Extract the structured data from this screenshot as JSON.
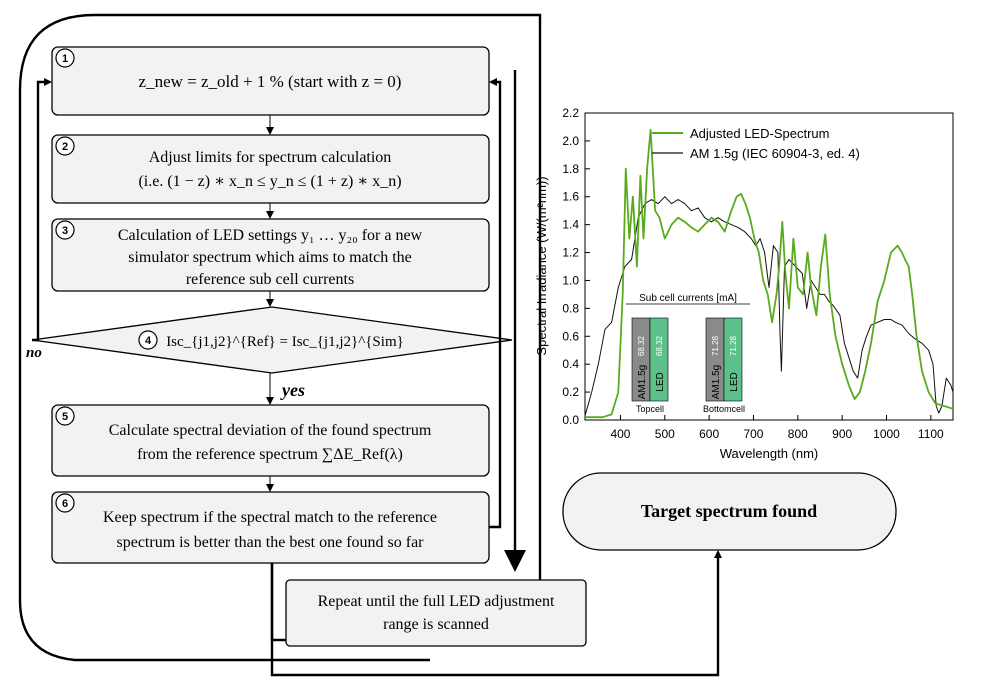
{
  "flowchart": {
    "steps": [
      {
        "num": "1",
        "lines": [
          "z_new = z_old + 1 % (start with z = 0)"
        ]
      },
      {
        "num": "2",
        "lines": [
          "Adjust limits for spectrum calculation",
          "(i.e. (1 − z) ∗ x_n ≤ y_n ≤ (1 + z) ∗ x_n)"
        ]
      },
      {
        "num": "3",
        "lines": [
          "Calculation of LED settings y₁ … y₂₀ for a new",
          "simulator spectrum which aims to match the",
          "reference sub cell currents"
        ]
      },
      {
        "num": "4",
        "lines": [
          "Isc_{j1,j2}^{Ref} = Isc_{j1,j2}^{Sim}"
        ]
      },
      {
        "num": "5",
        "lines": [
          "Calculate spectral deviation of the found spectrum",
          "from the reference spectrum ∑ΔE_Ref(λ)"
        ]
      },
      {
        "num": "6",
        "lines": [
          "Keep spectrum if the spectral match to the reference",
          "spectrum is better than the best one found so far"
        ]
      }
    ],
    "no_label": "no",
    "yes_label": "yes",
    "repeat_lines": [
      "Repeat until the full LED adjustment",
      "range is scanned"
    ],
    "target_label": "Target spectrum found"
  },
  "chart_data": {
    "type": "line",
    "xlabel": "Wavelength (nm)",
    "ylabel": "Spectral Irradiance (W/(m²nm))",
    "xlim": [
      320,
      1150
    ],
    "ylim": [
      0,
      2.2
    ],
    "xticks": [
      400,
      500,
      600,
      700,
      800,
      900,
      1000,
      1100
    ],
    "yticks": [
      0.0,
      0.2,
      0.4,
      0.6,
      0.8,
      1.0,
      1.2,
      1.4,
      1.6,
      1.8,
      2.0,
      2.2
    ],
    "legend_position": "top-right",
    "series": [
      {
        "name": "Adjusted LED-Spectrum",
        "color": "#5aaa1e",
        "x": [
          320,
          360,
          380,
          395,
          405,
          412,
          420,
          428,
          437,
          445,
          452,
          460,
          468,
          478,
          488,
          500,
          515,
          530,
          545,
          560,
          575,
          590,
          605,
          620,
          635,
          650,
          662,
          672,
          682,
          692,
          702,
          712,
          722,
          732,
          742,
          752,
          758,
          765,
          772,
          780,
          790,
          800,
          812,
          822,
          830,
          842,
          852,
          862,
          872,
          885,
          900,
          915,
          928,
          940,
          952,
          965,
          980,
          995,
          1010,
          1025,
          1035,
          1042,
          1050,
          1058,
          1068,
          1080,
          1095,
          1110,
          1130,
          1150
        ],
        "y": [
          0.02,
          0.02,
          0.04,
          0.2,
          0.9,
          1.8,
          1.3,
          1.6,
          1.1,
          1.75,
          1.3,
          1.8,
          2.08,
          1.5,
          1.45,
          1.3,
          1.4,
          1.45,
          1.42,
          1.38,
          1.35,
          1.4,
          1.45,
          1.42,
          1.35,
          1.5,
          1.6,
          1.62,
          1.55,
          1.45,
          1.3,
          1.2,
          1.0,
          0.9,
          0.7,
          0.9,
          1.1,
          1.42,
          1.05,
          0.8,
          1.3,
          0.95,
          0.9,
          1.2,
          0.95,
          0.75,
          1.1,
          1.33,
          0.9,
          0.6,
          0.4,
          0.25,
          0.15,
          0.2,
          0.35,
          0.55,
          0.85,
          1.0,
          1.2,
          1.25,
          1.2,
          1.15,
          1.1,
          0.9,
          0.6,
          0.35,
          0.2,
          0.12,
          0.1,
          0.08
        ]
      },
      {
        "name": "AM 1.5g (IEC 60904-3, ed. 4)",
        "color": "#111111",
        "x": [
          320,
          335,
          350,
          365,
          380,
          395,
          410,
          425,
          440,
          455,
          470,
          485,
          500,
          515,
          530,
          545,
          560,
          575,
          590,
          605,
          620,
          635,
          650,
          665,
          680,
          695,
          705,
          715,
          725,
          735,
          745,
          755,
          760,
          763,
          770,
          780,
          795,
          810,
          820,
          830,
          840,
          850,
          860,
          870,
          880,
          895,
          905,
          915,
          925,
          935,
          945,
          955,
          965,
          980,
          995,
          1010,
          1020,
          1035,
          1050,
          1065,
          1080,
          1095,
          1105,
          1112,
          1118,
          1125,
          1135,
          1145,
          1150
        ],
        "y": [
          0.03,
          0.2,
          0.4,
          0.65,
          0.7,
          0.95,
          1.1,
          1.15,
          1.45,
          1.55,
          1.58,
          1.55,
          1.6,
          1.55,
          1.58,
          1.55,
          1.5,
          1.52,
          1.45,
          1.42,
          1.45,
          1.42,
          1.4,
          1.38,
          1.35,
          1.3,
          1.25,
          1.3,
          1.2,
          0.95,
          1.25,
          1.2,
          0.6,
          0.35,
          1.1,
          1.15,
          1.1,
          1.05,
          0.8,
          1.0,
          0.95,
          0.9,
          0.9,
          0.85,
          0.82,
          0.75,
          0.55,
          0.45,
          0.35,
          0.3,
          0.5,
          0.6,
          0.68,
          0.7,
          0.72,
          0.72,
          0.7,
          0.68,
          0.62,
          0.58,
          0.55,
          0.5,
          0.4,
          0.1,
          0.05,
          0.1,
          0.3,
          0.25,
          0.2
        ]
      }
    ],
    "inset": {
      "title": "Sub cell currents [mA]",
      "colors": {
        "am": "#8a8a8a",
        "led": "#5dc08a"
      },
      "groups": [
        {
          "label": "Topcell",
          "bars": [
            {
              "name": "AM1.5g",
              "value": "68.32"
            },
            {
              "name": "LED",
              "value": "68.32"
            }
          ]
        },
        {
          "label": "Bottomcell",
          "bars": [
            {
              "name": "AM1.5g",
              "value": "71.28"
            },
            {
              "name": "LED",
              "value": "71.28"
            }
          ]
        }
      ]
    }
  }
}
